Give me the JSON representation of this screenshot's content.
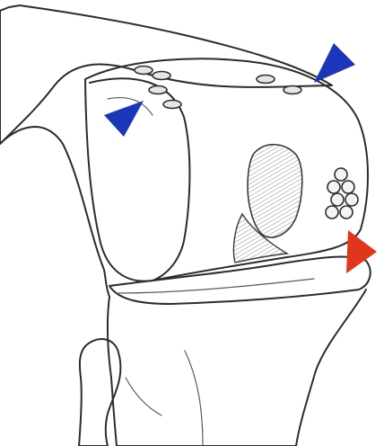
{
  "illustration": {
    "subject": "knee-implant-sketch",
    "colors": {
      "outline": "#2c2c2c",
      "bone_fill": "#f3f3f3",
      "implant_fill": "#efefef",
      "shade": "#d9d9d9",
      "arrow_blue": "#1b36b8",
      "arrow_red": "#e2361c"
    },
    "markers": [
      {
        "name": "blue-arrow-left",
        "color": "#1b36b8"
      },
      {
        "name": "blue-arrow-top-right",
        "color": "#1b36b8"
      },
      {
        "name": "red-arrow-right",
        "color": "#e2361c"
      }
    ]
  }
}
